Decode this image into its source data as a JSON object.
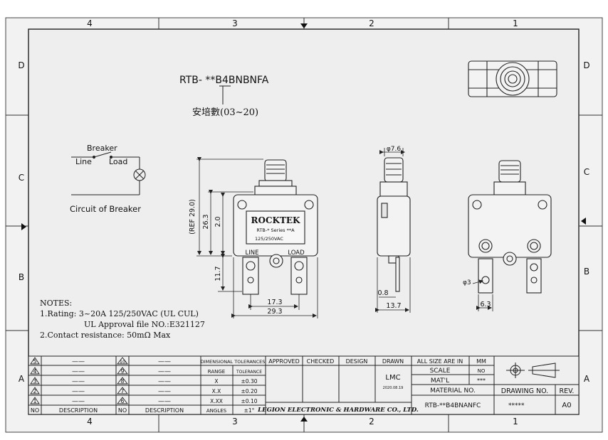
{
  "border": {
    "top_cols": [
      "4",
      "3",
      "2",
      "1"
    ],
    "bottom_cols": [
      "4",
      "3",
      "2",
      "1"
    ],
    "left_rows": [
      "D",
      "C",
      "B",
      "A"
    ],
    "right_rows": [
      "D",
      "C",
      "B",
      "A"
    ]
  },
  "part_code": "RTB- **B4BNBNFA",
  "amp_note": "安培數(03~20)",
  "circuit": {
    "breaker_label": "Breaker",
    "line_label": "Line",
    "load_label": "Load",
    "caption": "Circuit of Breaker"
  },
  "front_view": {
    "brand": "ROCKTEK",
    "series": "RTB-* Series **A",
    "rating": "125/250VAC",
    "line_label": "LINE",
    "load_label": "LOAD",
    "dim_ref": "(REF 29.0)",
    "dim_body": "26.3",
    "dim_cap": "2.0",
    "dim_term": "11.7",
    "dim_pitch": "17.3",
    "dim_width": "29.3"
  },
  "side_view": {
    "dim_dia": "φ7.6",
    "dim_thick": "0.8",
    "dim_depth": "13.7"
  },
  "back_view": {
    "dim_hole": "φ3",
    "dim_tab": "6.3"
  },
  "notes": {
    "heading": "NOTES:",
    "line1": "1.Rating: 3~20A 125/250VAC (UL CUL)",
    "line2": "UL Approval file NO.:E321127",
    "line3": "2.Contact resistance: 50mΩ Max"
  },
  "title_block": {
    "rev_col_no": "NO",
    "rev_col_desc": "DESCRIPTION",
    "rev_rows_left": [
      "5",
      "4",
      "3",
      "2",
      "1"
    ],
    "rev_rows_right": [
      "10",
      "9",
      "8",
      "7",
      "6"
    ],
    "dash": "——",
    "dim_tol_header": "DIMENSIONAL TOLERANCES",
    "range_header": "RANGE",
    "tolerance_header": "TOLERANCE",
    "ranges": [
      "X",
      "X.X",
      "X.XX",
      "ANGLES"
    ],
    "tolerances": [
      "±0.30",
      "±0.20",
      "±0.10",
      "±1°"
    ],
    "approved": "APPROVED",
    "checked": "CHECKED",
    "design": "DESIGN",
    "drawn": "DRAWN",
    "drawn_by": "LMC",
    "drawn_date": "2020.08.19",
    "company": "LEGION ELECTRONIC & HARDWARE CO., LTD.",
    "all_size_label": "ALL SIZE ARE IN",
    "all_size_value": "MM",
    "scale_label": "SCALE",
    "scale_value": "NO",
    "mat_label": "MAT'L",
    "mat_value": "***",
    "material_no_label": "MATERIAL NO.",
    "material_no_value": "RTB-**B4BNANFC",
    "drawing_no_label": "DRAWING NO.",
    "drawing_no_value": "*****",
    "rev_label": "REV.",
    "rev_value": "A0"
  }
}
